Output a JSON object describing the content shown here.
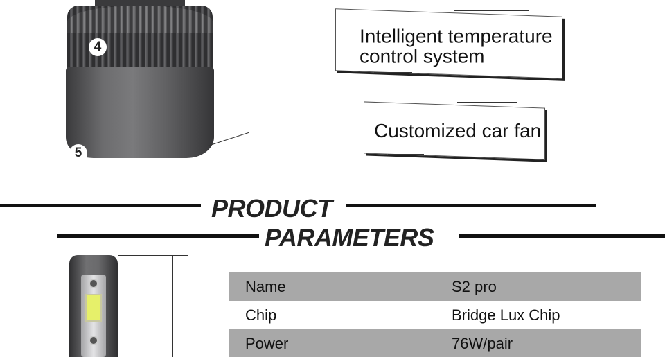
{
  "callouts": [
    {
      "number": "4",
      "lines": [
        "Intelligent temperature",
        "control system"
      ]
    },
    {
      "number": "5",
      "lines": [
        "Customized car fan"
      ]
    }
  ],
  "section_title": {
    "line1": "PRODUCT",
    "line2": "PARAMETERS"
  },
  "parameters": [
    {
      "key": "Name",
      "value": "S2 pro"
    },
    {
      "key": "Chip",
      "value": "Bridge Lux Chip"
    },
    {
      "key": "Power",
      "value": "76W/pair"
    }
  ],
  "colors": {
    "row_shade": "#a8a8a8",
    "bulb_body": "#5e5e60",
    "chip": "#e6f06a"
  }
}
